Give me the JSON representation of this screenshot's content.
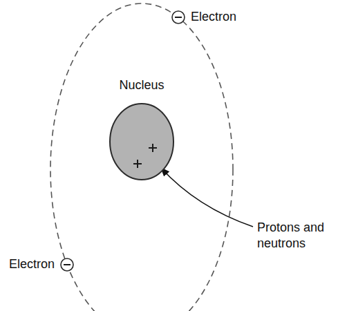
{
  "diagram": {
    "nodes": [
      {
        "text": [
          "Nucleus"
        ]
      },
      {
        "text": [
          "Electron"
        ]
      },
      {
        "text": [
          "Electron"
        ]
      }
    ],
    "labels": [
      "Protons and neutrons"
    ]
  }
}
